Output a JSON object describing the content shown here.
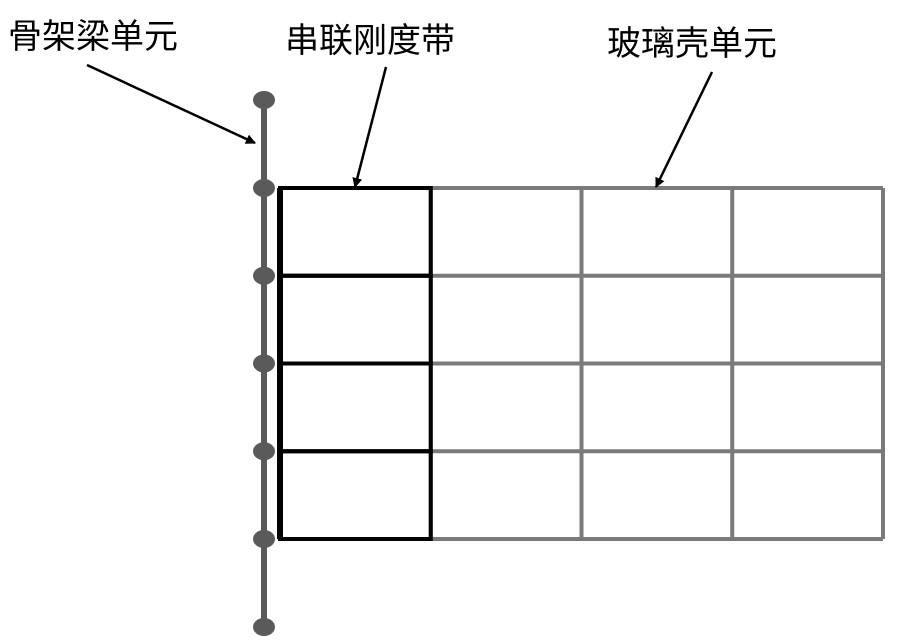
{
  "labels": {
    "beam_element": "骨架梁单元",
    "series_stiffness_band": "串联刚度带",
    "glass_shell_element": "玻璃壳单元"
  },
  "grid": {
    "columns": 4,
    "rows": 4,
    "highlighted_column": 1
  },
  "colors": {
    "beam": "#5a5a5a",
    "shell": "#7a7a7a",
    "band": "#000000",
    "arrow": "#000000"
  }
}
